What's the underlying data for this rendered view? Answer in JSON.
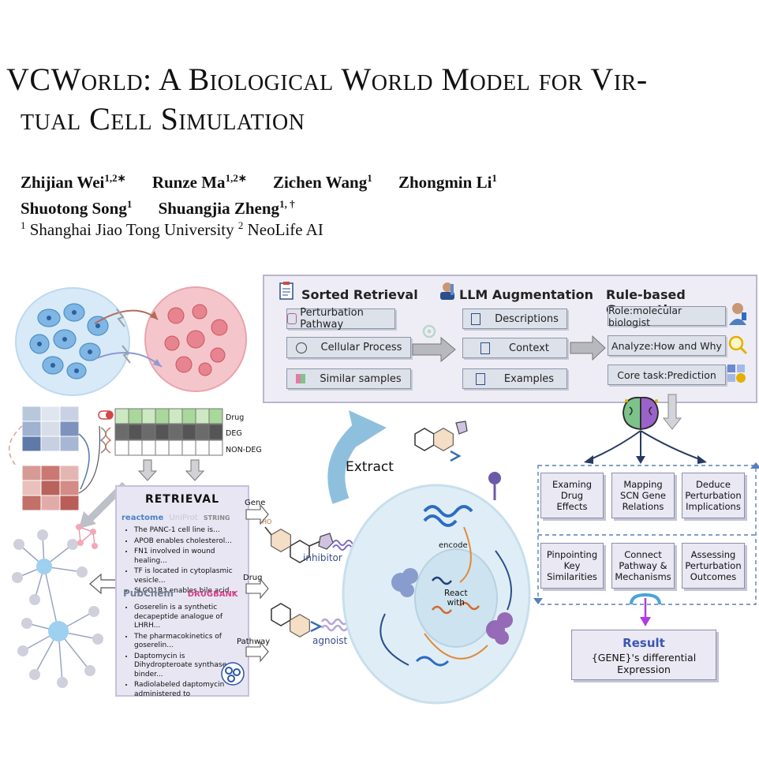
{
  "paper": {
    "title_line1": "VCWorld: A Biological World Model for Vir-",
    "title_line2": "tual Cell Simulation",
    "authors": [
      {
        "name": "Zhijian Wei",
        "sup": "1,2∗"
      },
      {
        "name": "Runze Ma",
        "sup": "1,2∗"
      },
      {
        "name": "Zichen Wang",
        "sup": "1"
      },
      {
        "name": "Zhongmin Li",
        "sup": "1"
      },
      {
        "name": "Shuotong Song",
        "sup": "1"
      },
      {
        "name": "Shuangjia Zheng",
        "sup": "1, †"
      }
    ],
    "affiliation": {
      "sup1": "1",
      "text1": " Shanghai Jiao Tong University ",
      "sup2": "2",
      "text2": " NeoLife AI"
    }
  },
  "figure": {
    "sorted_retrieval": {
      "title": "Sorted Retrieval",
      "items": [
        "Perturbation Pathway",
        "Cellular Process",
        "Similar samples"
      ]
    },
    "llm_augmentation": {
      "title": "LLM Augmentation",
      "items": [
        "Descriptions",
        "Context",
        "Examples"
      ]
    },
    "rule_based_generation": {
      "title": "Rule-based Generation",
      "items": [
        "Role:molecular biologist",
        "Analyze:How and Why",
        "Core task:Prediction"
      ]
    },
    "legend": {
      "drug": "Drug",
      "deg": "DEG",
      "non_deg": "NON-DEG"
    },
    "retrieval": {
      "title": "RETRIEVAL",
      "logos": {
        "reactome": "reactome",
        "uniprot": "UniProt",
        "string": "STRING",
        "pubchem": "PubChem",
        "drugbank": "DRUGBANK"
      },
      "gene_items": [
        "The PANC-1 cell line is...",
        "APOB enables cholesterol...",
        "FN1 involved in wound healing...",
        "TF is located in cytoplasmic vesicle...",
        "SLCO1B3 enables bile acid..."
      ],
      "drug_items": [
        "Goserelin is a synthetic decapeptide analogue of LHRH...",
        "The pharmacokinetics of goserelin...",
        "Daptomycin is Dihydropteroate synthase binder...",
        "Radiolabeled daptomycin administered to"
      ]
    },
    "side_labels": {
      "gene": "Gene",
      "drug": "Drug",
      "pathway": "Pathway"
    },
    "cell_labels": {
      "extract": "Extract",
      "inhibitor": "inhibitor",
      "agnoist": "agnoist",
      "encode": "encode",
      "react_with": "React\nwith"
    },
    "tasks": [
      "Examing\nDrug\nEffects",
      "Mapping\nSCN Gene\nRelations",
      "Deduce\nPerturbation\nImplications",
      "Pinpointing\nKey\nSimilarities",
      "Connect\nPathway &\nMechanisms",
      "Assessing\nPerturbation\nOutcomes"
    ],
    "result": {
      "title": "Result",
      "line1": "{GENE}'s differential",
      "line2": "Expression"
    },
    "colors": {
      "panel": "#eeedf5",
      "box": "#dde1ea",
      "result_title": "#3a56b0",
      "arrow_purple": "#b13ce0",
      "deg_green": "#a8d89a",
      "deg_gray": "#6b6b6b"
    }
  }
}
